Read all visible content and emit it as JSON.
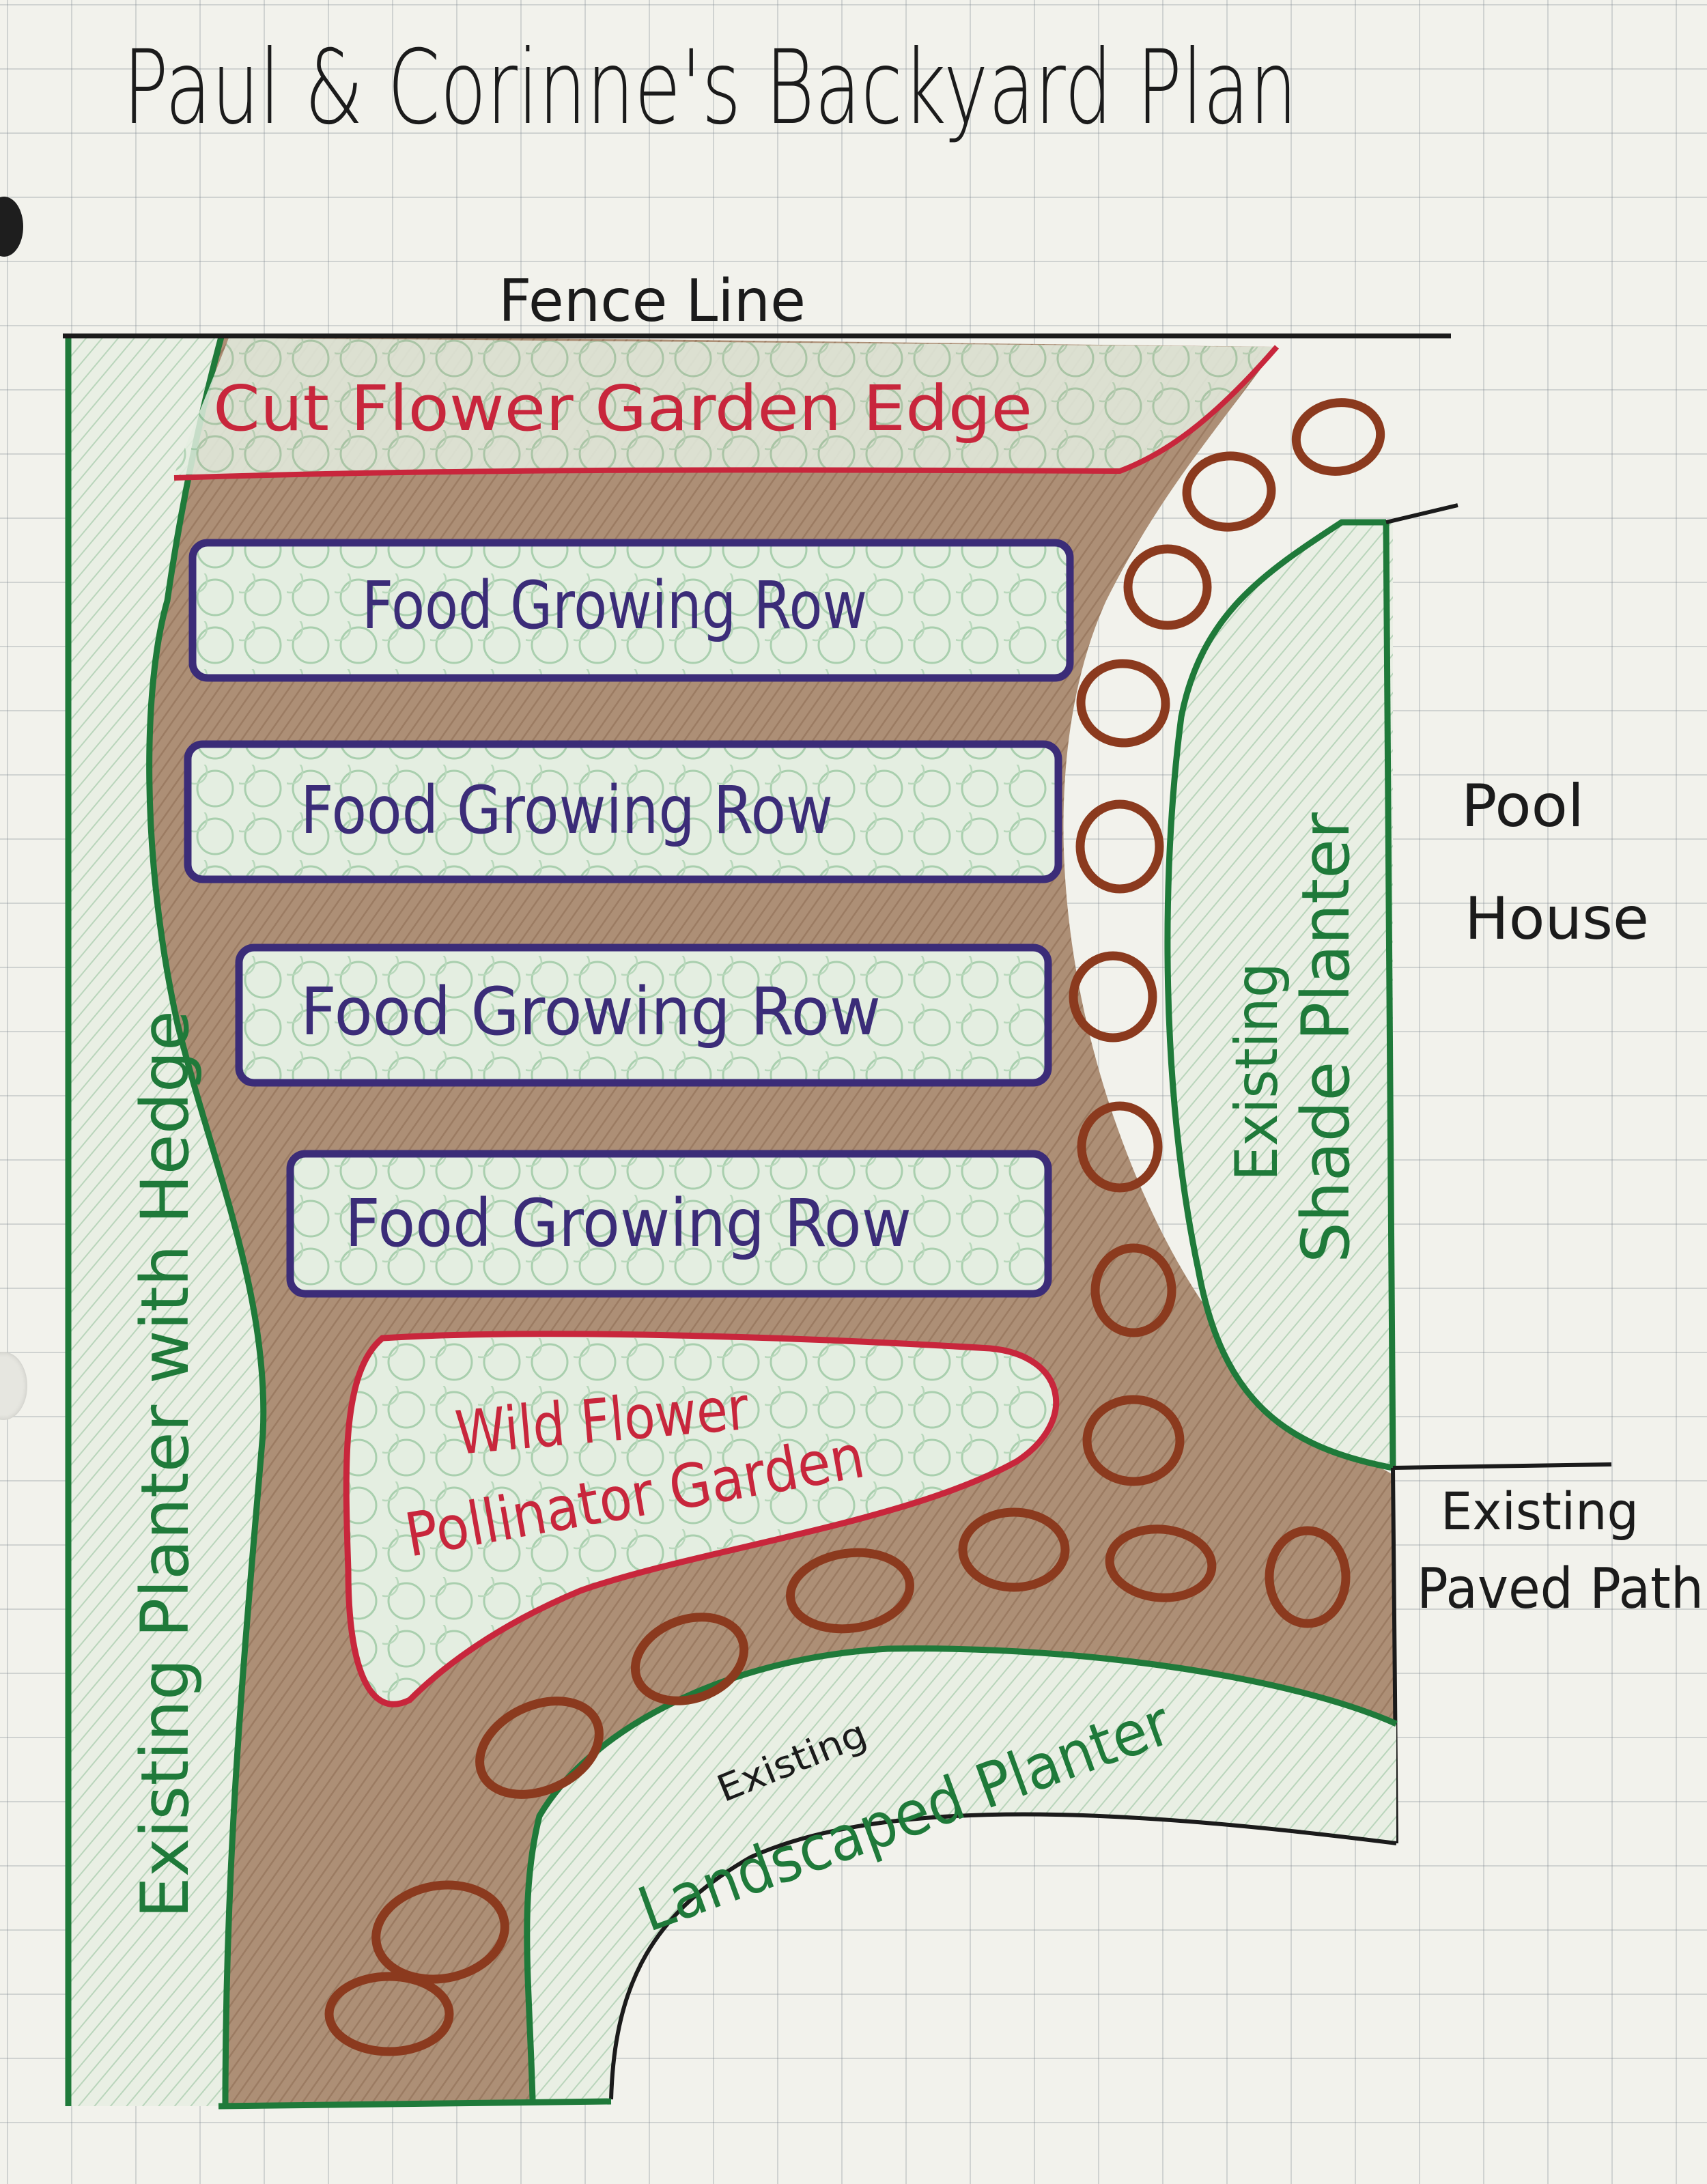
{
  "title": "Paul & Corinne's Backyard Plan",
  "labels": {
    "fence_line": "Fence Line",
    "cut_flower_edge": "Cut Flower Garden Edge",
    "food_rows": [
      "Food Growing Row",
      "Food Growing Row",
      "Food Growing Row",
      "Food Growing Row"
    ],
    "wildflower_line1": "Wild Flower",
    "wildflower_line2": "Pollinator Garden",
    "hedge_planter": "Existing Planter with Hedge",
    "shade_planter_line1": "Existing",
    "shade_planter_line2": "Shade Planter",
    "pool_house_line1": "Pool",
    "pool_house_line2": "House",
    "paved_path_line1": "Existing",
    "paved_path_line2": "Paved Path",
    "landscaped_small": "Existing",
    "landscaped_line": "Landscaped Planter"
  },
  "colors": {
    "ink": "#1b1b1b",
    "hedge_green": "#1f7a3a",
    "flower_red": "#c8263c",
    "row_purple": "#3b2c78",
    "path_brown": "#8a5a3a",
    "stone_brown": "#8b3a1e",
    "mulch": "#a98a70",
    "planting_green": "#cfe3cf"
  },
  "icons": {
    "stepping_stone": "stepping-stone-icon",
    "binder_hole": "binder-hole-icon"
  }
}
